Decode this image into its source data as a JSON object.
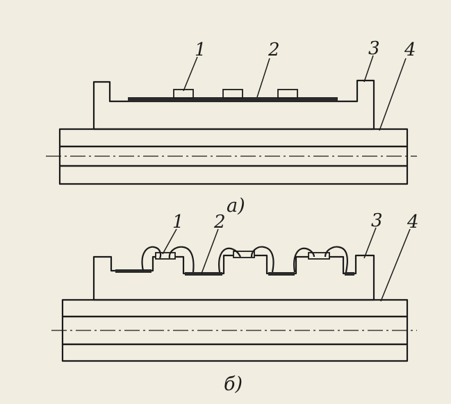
{
  "figure_a": {
    "caption": "а)",
    "labels": [
      "1",
      "2",
      "3",
      "4"
    ]
  },
  "figure_b": {
    "caption": "б)",
    "labels": [
      "1",
      "2",
      "3",
      "4"
    ]
  },
  "colors": {
    "paper": "#f1ede0",
    "ink": "#1b1b1b"
  }
}
